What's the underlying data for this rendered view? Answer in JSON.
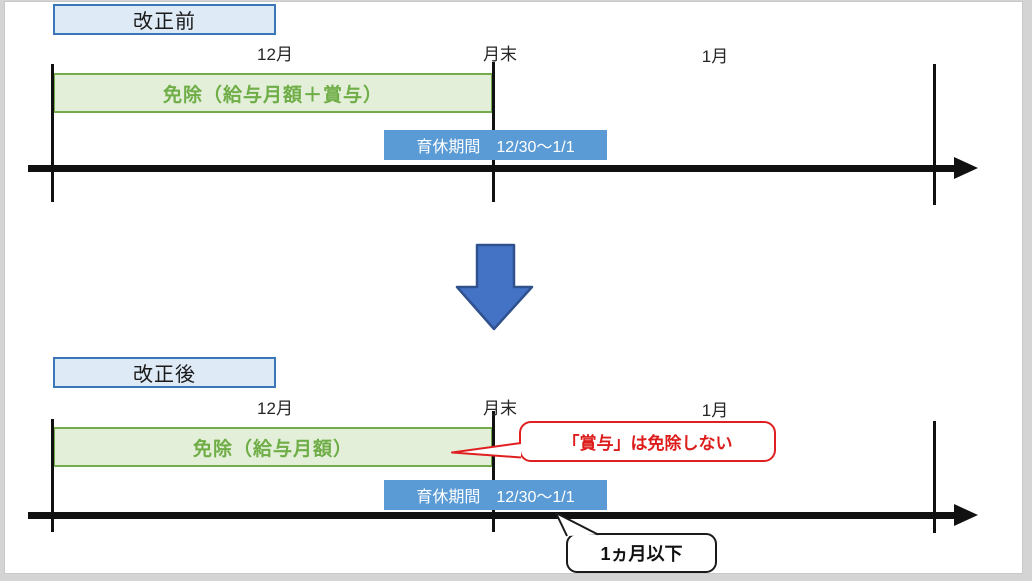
{
  "colors": {
    "timeline_black": "#111111",
    "title_box_fill": "#deebf7",
    "title_box_border": "#3a76b5",
    "exemption_fill": "#e3efd9",
    "exemption_border": "#74ab4d",
    "exemption_text": "#6fad47",
    "leave_badge_fill": "#5b9bd5",
    "transition_arrow_fill": "#4472c4",
    "transition_arrow_border": "#2f528f",
    "warning_red": "#e02020"
  },
  "timeline_labels": {
    "dec": "12月",
    "month_end": "月末",
    "jan": "1月"
  },
  "before": {
    "title": "改正前",
    "exemption_label": "免除（給与月額＋賞与）",
    "leave_label": "育休期間　12/30～1/1"
  },
  "after": {
    "title": "改正後",
    "exemption_label": "免除（給与月額）",
    "leave_label": "育休期間　12/30～1/1",
    "bonus_note": "「賞与」は免除しない",
    "duration_note": "1ヵ月以下"
  }
}
